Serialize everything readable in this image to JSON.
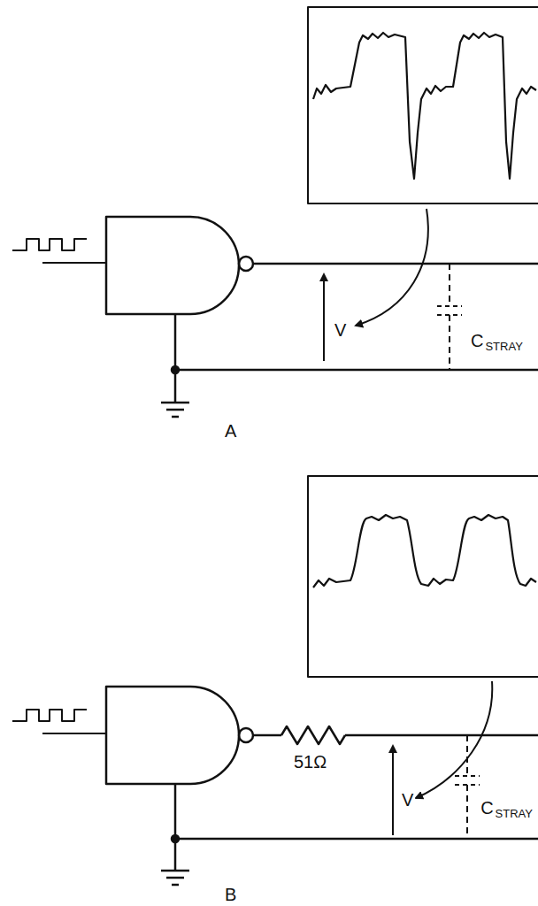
{
  "diagram": {
    "labels": [
      "V",
      "C",
      "STRAY",
      "A",
      "51Ω",
      "V",
      "C",
      "STRAY",
      "B"
    ]
  }
}
